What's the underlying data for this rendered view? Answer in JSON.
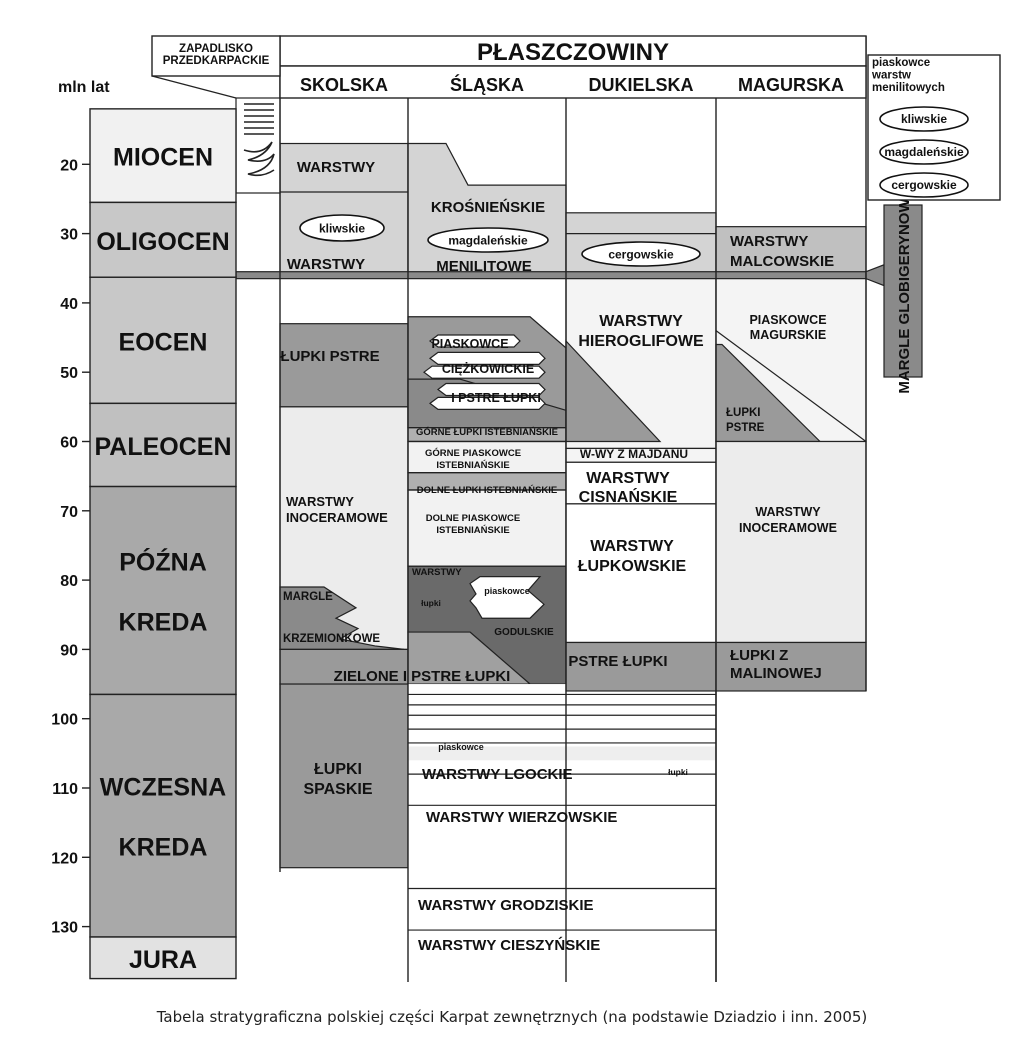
{
  "axis": {
    "label": "mln lat",
    "ticks": [
      20,
      30,
      40,
      50,
      60,
      70,
      80,
      90,
      100,
      110,
      120,
      130
    ]
  },
  "headers": {
    "foredeep": [
      "ZAPADLISKO",
      "PRZEDKARPACKIE"
    ],
    "nappes": "PŁASZCZOWINY",
    "skolska": "SKOLSKA",
    "slaska": "ŚLĄSKA",
    "dukielska": "DUKIELSKA",
    "magurska": "MAGURSKA"
  },
  "epochs": [
    {
      "lines": [
        "MIOCEN"
      ],
      "from": 12,
      "to": 25.5,
      "color": "#f1f1f1"
    },
    {
      "lines": [
        "OLIGOCEN"
      ],
      "from": 25.5,
      "to": 36.3,
      "color": "#c8c8c8"
    },
    {
      "lines": [
        "EOCEN"
      ],
      "from": 36.3,
      "to": 54.5,
      "color": "#c8c8c8"
    },
    {
      "lines": [
        "PALEOCEN"
      ],
      "from": 54.5,
      "to": 66.5,
      "color": "#c0c0c0"
    },
    {
      "lines": [
        "PÓŹNA",
        "KREDA"
      ],
      "from": 66.5,
      "to": 96.5,
      "color": "#a9a9a9"
    },
    {
      "lines": [
        "WCZESNA",
        "KREDA"
      ],
      "from": 96.5,
      "to": 131.5,
      "color": "#a9a9a9"
    },
    {
      "lines": [
        "JURA"
      ],
      "from": 131.5,
      "to": 137.5,
      "color": "#e2e2e2"
    }
  ],
  "legend": {
    "title": [
      "piaskowce",
      "warstw",
      "menilitowych"
    ],
    "items": [
      "kliwskie",
      "magdaleńskie",
      "cergowskie"
    ]
  },
  "globigerina": "MARGLE GLOBIGERYNOWE",
  "labels": {
    "sk_warstwy_top": "WARSTWY",
    "sk_kliwskie": "kliwskie",
    "sk_warstwy": "WARSTWY",
    "sk_lupki_pstre": "ŁUPKI PSTRE",
    "sk_inoceramowe": [
      "WARSTWY",
      "INOCERAMOWE"
    ],
    "sk_margle": "MARGLE",
    "sk_krzemionkowe": "KRZEMIONKOWE",
    "zielone": "ZIELONE I PSTRE ŁUPKI",
    "sk_spaskie": [
      "ŁUPKI",
      "SPASKIE"
    ],
    "sl_krosnienskie": "KROŚNIEŃSKIE",
    "sl_magdalenskie": "magdaleńskie",
    "sl_menilitowe": "MENILITOWE",
    "sl_piaskowce": "PIASKOWCE",
    "sl_ciezkowickie": "CIĘŻKOWICKIE",
    "sl_pstre": "I PSTRE ŁUPKI",
    "sl_gorne_lupki": "GÓRNE ŁUPKI ISTEBNIAŃSKIE",
    "sl_gorne_piaskowce": [
      "GÓRNE PIASKOWCE",
      "ISTEBNIAŃSKIE"
    ],
    "sl_dolne_lupki": "DOLNE ŁUPKI ISTEBNIAŃSKIE",
    "sl_dolne_piaskowce": [
      "DOLNE PIASKOWCE",
      "ISTEBNIAŃSKIE"
    ],
    "sl_warstwy": "WARSTWY",
    "sl_lupki": "łupki",
    "sl_piaskowce_small": "piaskowce",
    "sl_godulskie": "GODULSKIE",
    "sl_piaskowce2": "piaskowce",
    "sl_lgockie": "WARSTWY   LGOCKIE",
    "sl_lupki2": "łupki",
    "sl_wierzowskie": "WARSTWY WIERZOWSKIE",
    "sl_grodziskie": "WARSTWY GRODZISKIE",
    "sl_cieszynskie": "WARSTWY CIESZYŃSKIE",
    "du_cergowskie": "cergowskie",
    "du_hieroglifowe": [
      "WARSTWY",
      "HIEROGLIFOWE"
    ],
    "du_majdanu": "W-WY Z MAJDANU",
    "du_cisnanskie": [
      "WARSTWY",
      "CISNAŃSKIE"
    ],
    "du_lupkowskie": [
      "WARSTWY",
      "ŁUPKOWSKIE"
    ],
    "du_pstre": "PSTRE ŁUPKI",
    "ma_malcowskie": [
      "WARSTWY",
      "MALCOWSKIE"
    ],
    "ma_piaskowce": [
      "PIASKOWCE",
      "MAGURSKIE"
    ],
    "ma_lupki_pstre": [
      "ŁUPKI",
      "PSTRE"
    ],
    "ma_inoceramowe": [
      "WARSTWY",
      "INOCERAMOWE"
    ],
    "ma_malinowej": [
      "ŁUPKI Z",
      "MALINOWEJ"
    ]
  },
  "caption": "Tabela stratygraficzna polskiej części Karpat zewnętrznych (na podstawie Dziadzio i inn. 2005)"
}
